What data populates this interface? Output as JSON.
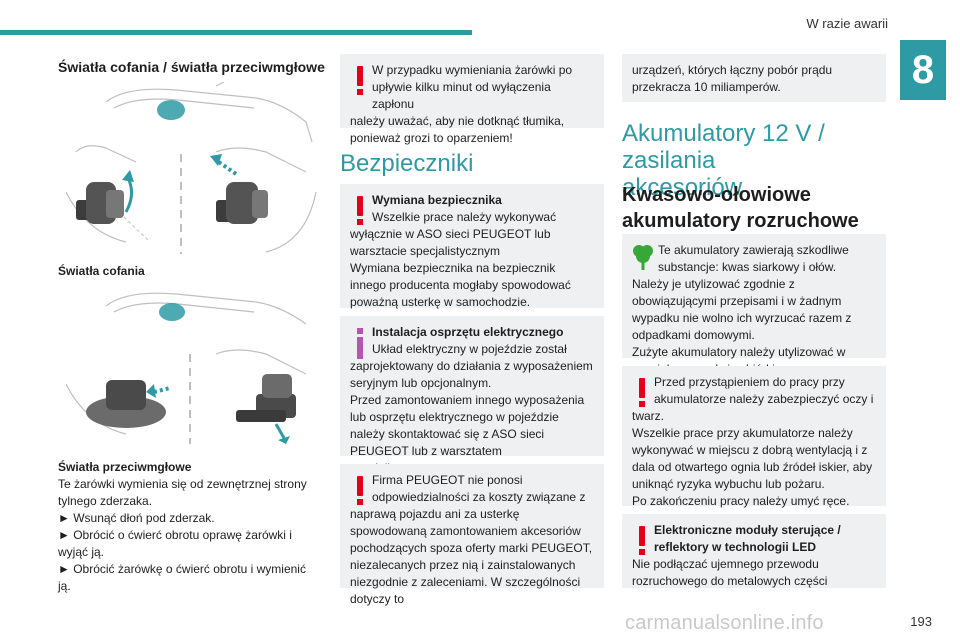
{
  "header": {
    "section": "W razie awarii",
    "chapter": "8",
    "page_number": "193"
  },
  "watermark": "carmanualsonline.info",
  "col1": {
    "heading": "Światła cofania / światła przeciwmgłowe",
    "caption_reverse": "Światła cofania",
    "caption_fog_title": "Światła przeciwmgłowe",
    "caption_fog_text": "Te żarówki wymienia się od zewnętrznej strony tylnego zderzaka.",
    "steps": [
      "► Wsunąć dłoń pod zderzak.",
      "► Obrócić o ćwierć obrotu oprawę żarówki i wyjąć ją.",
      "► Obrócić żarówkę o ćwierć obrotu i wymienić ją."
    ]
  },
  "col2": {
    "box_heat": {
      "line1": "W przypadku wymieniania żarówki po",
      "line2": "upływie kilku minut od wyłączenia zapłonu",
      "rest": "należy uważać, aby nie dotknąć tłumika, ponieważ grozi to oparzeniem!"
    },
    "fuses_title": "Bezpieczniki",
    "box_fuse": {
      "title": "Wymiana bezpiecznika",
      "line2": "Wszelkie prace należy wykonywać",
      "rest": "wyłącznie w ASO sieci PEUGEOT lub warsztacie specjalistycznym\nWymiana bezpiecznika na bezpiecznik innego producenta mogłaby spowodować poważną usterkę w samochodzie."
    },
    "box_install": {
      "title": "Instalacja osprzętu elektrycznego",
      "line2": "Układ elektryczny w pojeździe został",
      "rest": "zaprojektowany do działania z wyposażeniem seryjnym lub opcjonalnym.\nPrzed zamontowaniem innego wyposażenia lub osprzętu elektrycznego w pojeździe należy skontaktować się z ASO sieci PEUGEOT lub z warsztatem specjalistycznym."
    },
    "box_liability": {
      "line1": "Firma PEUGEOT nie ponosi",
      "line2": "odpowiedzialności za koszty związane z",
      "rest": "naprawą pojazdu ani za usterkę spowodowaną zamontowaniem akcesoriów pochodzących spoza oferty marki PEUGEOT, niezalecanych przez nią i zainstalowanych niezgodnie z zaleceniami. W szczególności dotyczy to"
    }
  },
  "col3": {
    "box_cont": "urządzeń, których łączny pobór prądu przekracza 10 miliamperów.",
    "section_title_1": "Akumulatory 12 V / zasilania",
    "section_title_2": "akcesoriów",
    "sub_title_1": "Kwasowo-ołowiowe",
    "sub_title_2": "akumulatory rozruchowe",
    "box_env": {
      "line1": "Te akumulatory zawierają szkodliwe",
      "line2": "substancje: kwas siarkowy i ołów.",
      "rest": "Należy je utylizować zgodnie z obowiązującymi przepisami i w żadnym wypadku nie wolno ich wyrzucać razem z odpadkami domowymi.\nZużyte akumulatory należy utylizować w specjalnym punkcie zbiórki."
    },
    "box_protect": {
      "line1": "Przed przystąpieniem do pracy przy",
      "line2": "akumulatorze należy zabezpieczyć oczy i",
      "rest": "twarz.\nWszelkie prace przy akumulatorze należy wykonywać w miejscu z dobrą wentylacją i z dala od otwartego ognia lub źródeł iskier, aby uniknąć ryzyka wybuchu lub pożaru.\nPo zakończeniu pracy należy umyć ręce."
    },
    "box_led": {
      "title1": "Elektroniczne moduły sterujące /",
      "title2": "reflektory w technologii LED",
      "rest": "Nie podłączać ujemnego przewodu rozruchowego do metalowych części"
    }
  },
  "colors": {
    "accent": "#2e9aa4",
    "warning": "#e3001b",
    "info": "#b455b2",
    "eco": "#37a837",
    "box_bg": "#eef0f2"
  }
}
